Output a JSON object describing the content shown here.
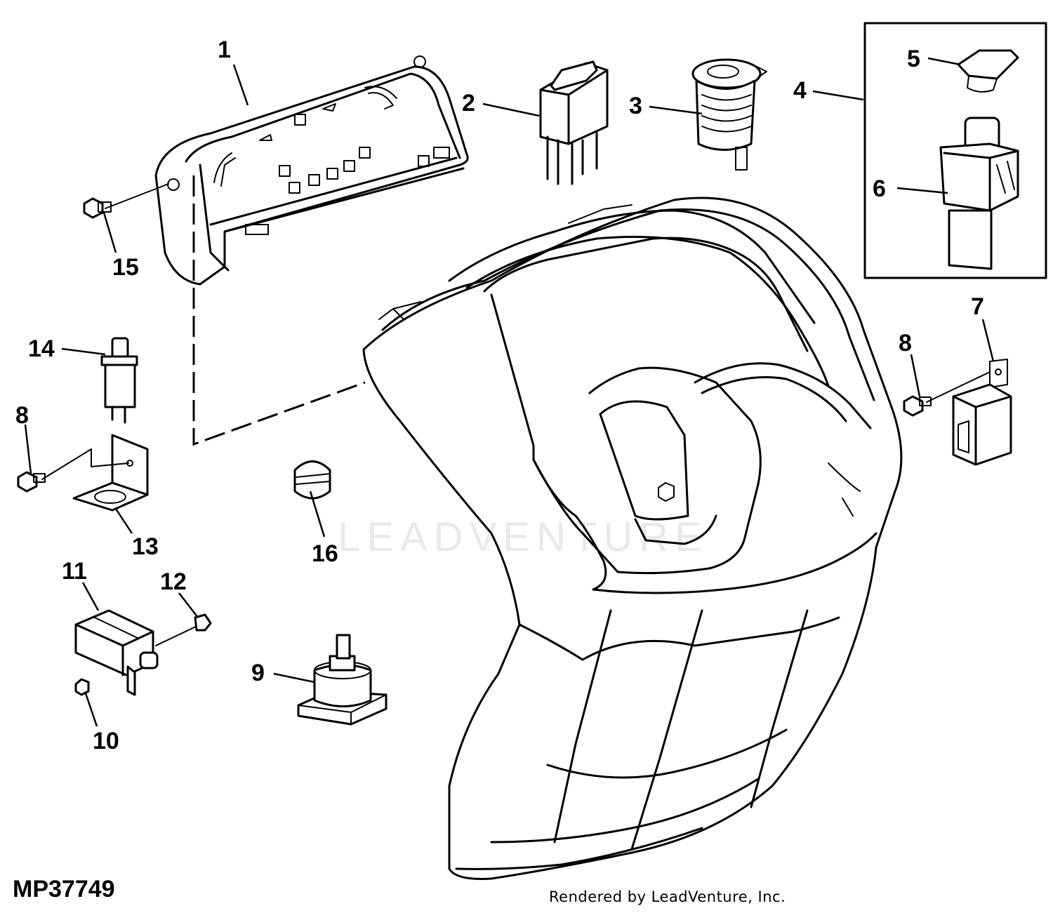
{
  "callouts": [
    {
      "label": "1"
    },
    {
      "label": "2"
    },
    {
      "label": "3"
    },
    {
      "label": "4"
    },
    {
      "label": "5"
    },
    {
      "label": "6"
    },
    {
      "label": "7"
    },
    {
      "label": "8"
    },
    {
      "label": "8"
    },
    {
      "label": "9"
    },
    {
      "label": "10"
    },
    {
      "label": "11"
    },
    {
      "label": "12"
    },
    {
      "label": "13"
    },
    {
      "label": "14"
    },
    {
      "label": "15"
    },
    {
      "label": "16"
    }
  ],
  "figure_id": "MP37749",
  "credit": "Rendered by LeadVenture, Inc.",
  "watermark": "LEADVENTURE"
}
